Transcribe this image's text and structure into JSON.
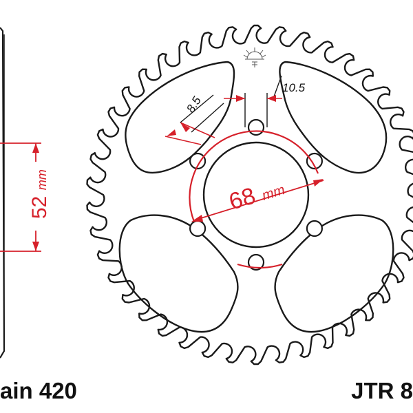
{
  "colors": {
    "outline": "#1a1a1a",
    "dimension": "#d6202a",
    "background": "#ffffff"
  },
  "sprocket": {
    "teeth": 42,
    "bolt_holes": 6
  },
  "dimensions": {
    "left_height_value": "52",
    "left_height_unit": "mm",
    "pcd_value": "68",
    "pcd_unit": "mm",
    "hole_dia": "8.5",
    "hole_spacing": "10.5"
  },
  "labels": {
    "chain": "ain 420",
    "part": "JTR 8"
  },
  "logo": {
    "icon": "sun-logo-icon"
  }
}
